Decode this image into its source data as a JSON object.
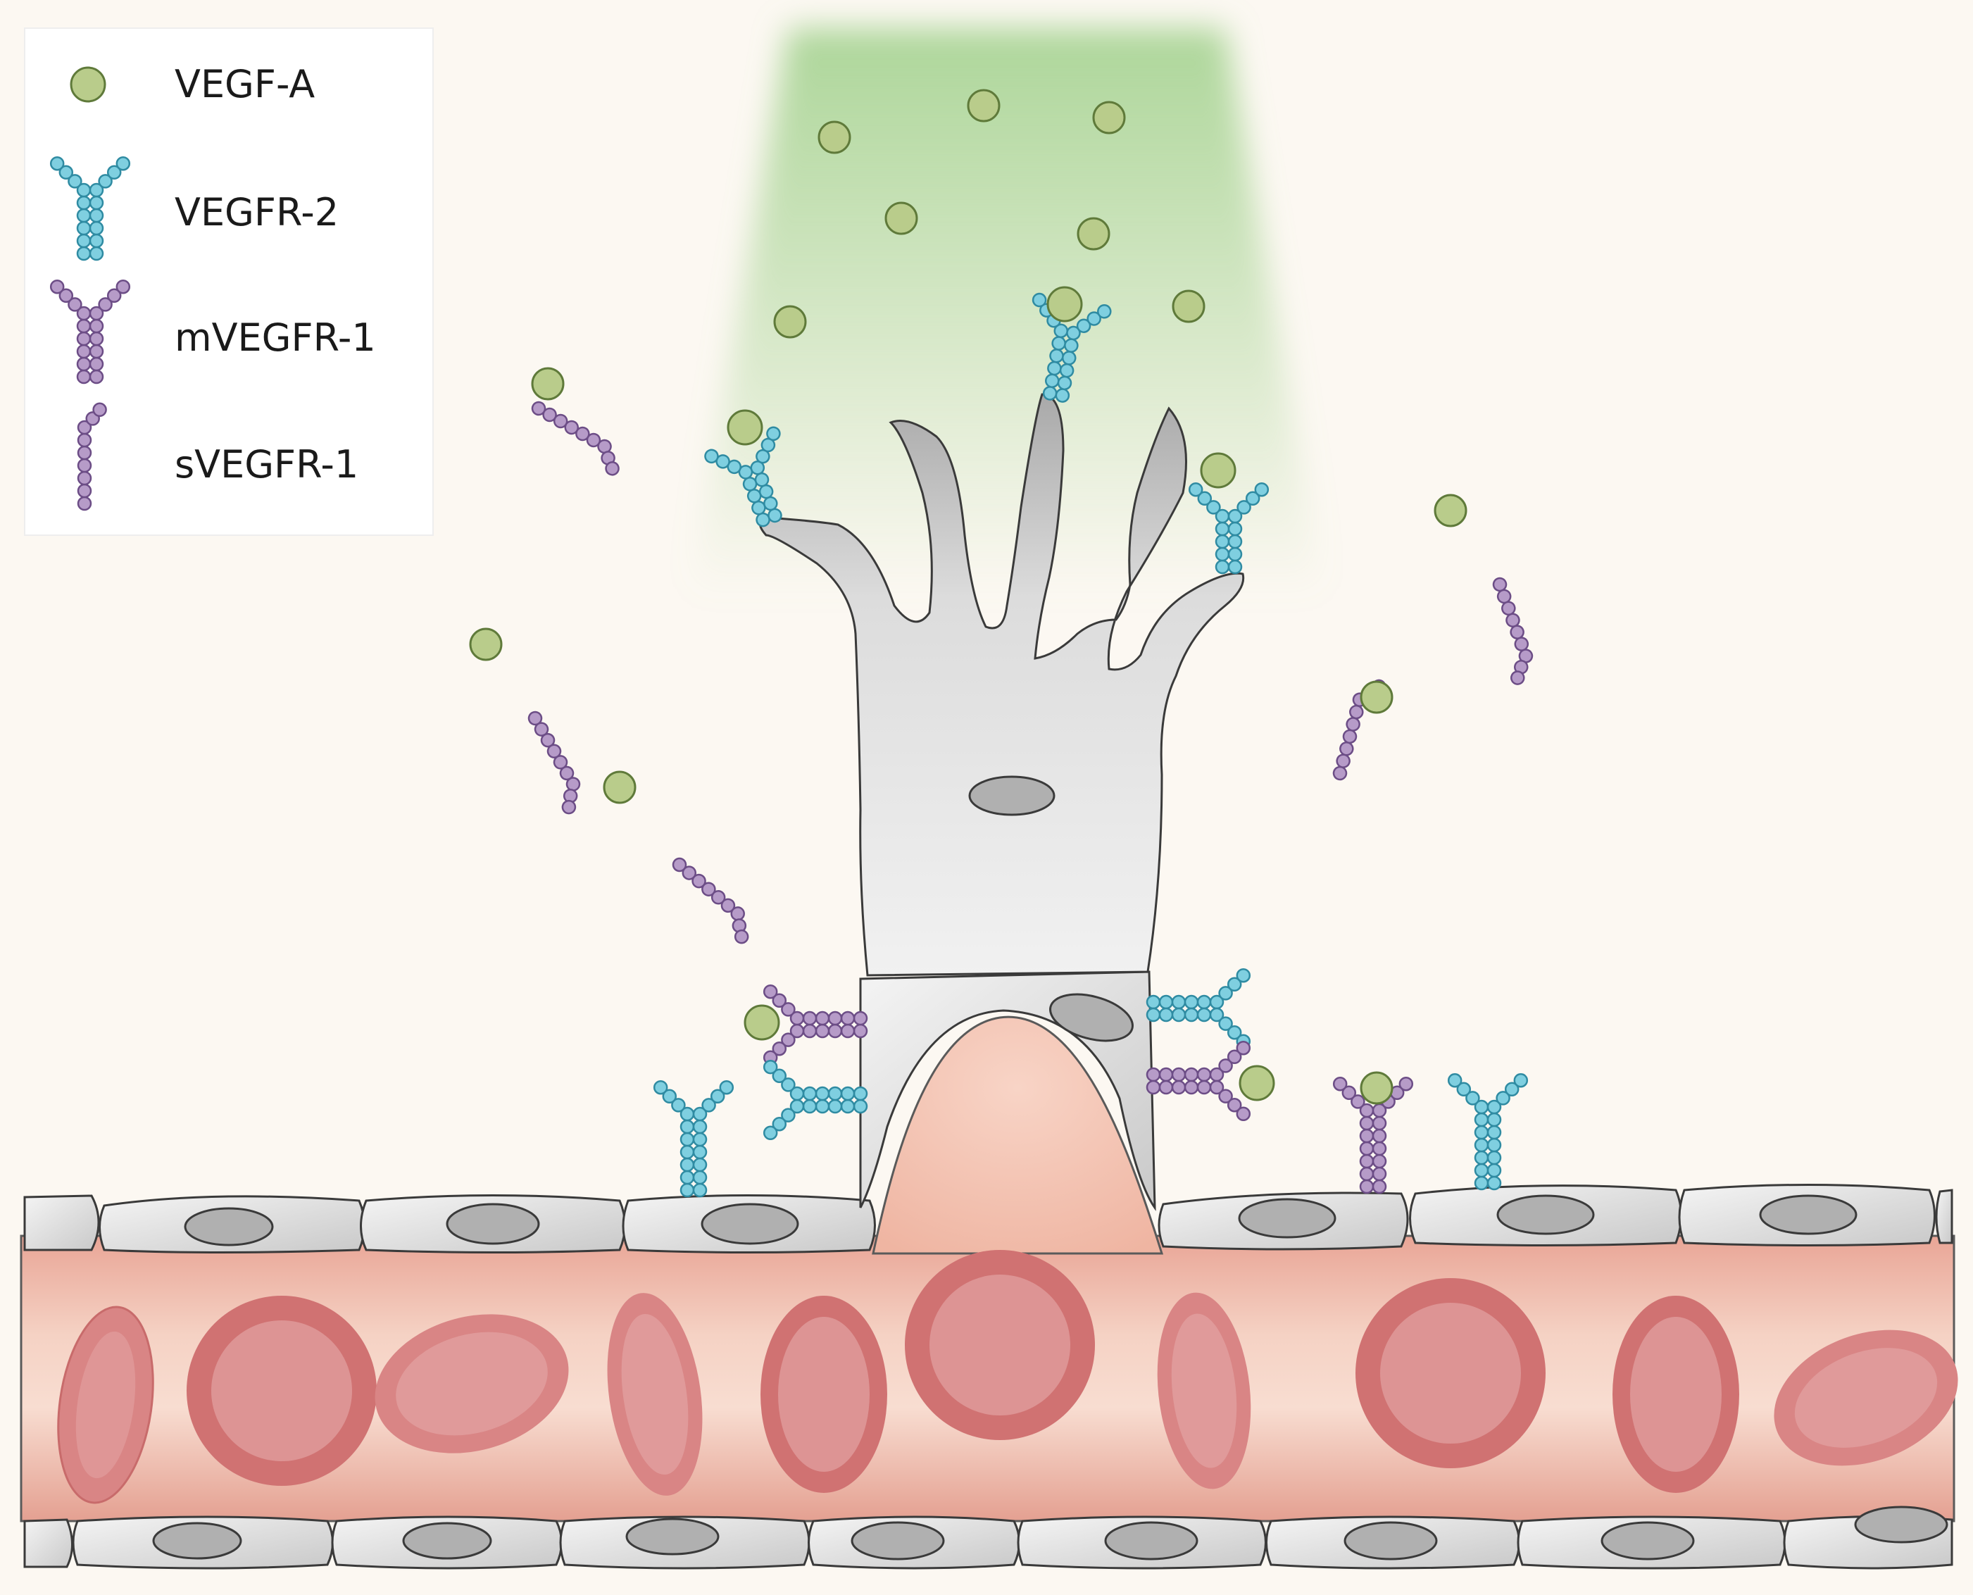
{
  "legend": {
    "items": [
      {
        "key": "vegf_a",
        "label": "VEGF-A",
        "icon": "vegf-a-ligand-icon"
      },
      {
        "key": "vegfr2",
        "label": "VEGFR-2",
        "icon": "vegfr2-receptor-icon"
      },
      {
        "key": "mvegfr1",
        "label": "mVEGFR-1",
        "icon": "mvegfr1-receptor-icon"
      },
      {
        "key": "svegfr1",
        "label": "sVEGFR-1",
        "icon": "svegfr1-soluble-icon"
      }
    ]
  },
  "colors": {
    "background": "#fcf8f2",
    "vegf_fill": "#b9cc8b",
    "vegf_stroke": "#5f7a3a",
    "vegfr2_fill": "#7fcfe0",
    "vegfr2_stroke": "#2f8ba2",
    "vegfr1_fill": "#b69bc8",
    "vegfr1_stroke": "#6c4d86",
    "cell_fill": "#e2e2e2",
    "nucleus_fill": "#b0b0b0",
    "vessel_fill": "#f1c3b7",
    "rbc_fill": "#d98a8a",
    "rbc_center": "#e6a4a4",
    "gradient": "#9fd08a"
  }
}
